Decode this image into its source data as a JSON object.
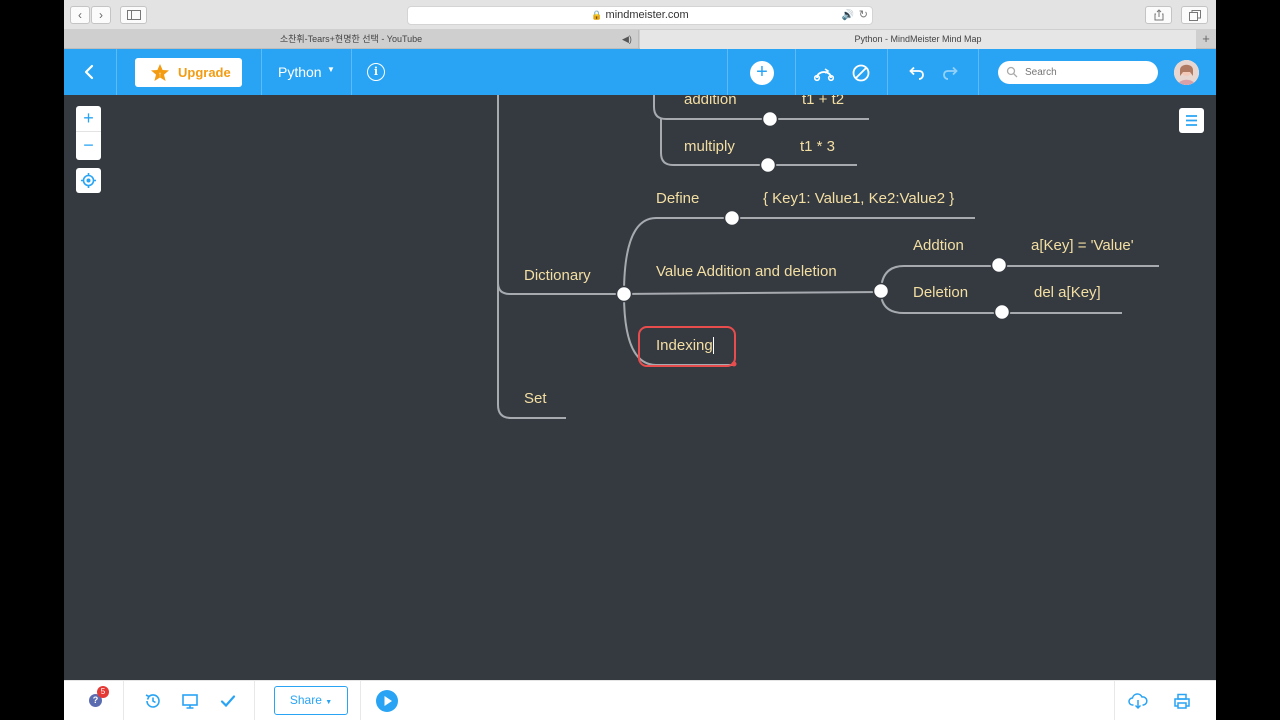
{
  "browser": {
    "url": "mindmeister.com",
    "tabs": [
      {
        "label": "소찬휘-Tears+현명한 선택 - YouTube"
      },
      {
        "label": "Python - MindMeister Mind Map"
      }
    ]
  },
  "header": {
    "upgrade_label": "Upgrade",
    "map_title": "Python",
    "search_placeholder": "Search"
  },
  "map": {
    "nodes": {
      "addition": "addition",
      "addition_value": "t1 + t2",
      "multiply": "multiply",
      "multiply_value": "t1 * 3",
      "define": "Define",
      "define_value": "{ Key1: Value1, Ke2:Value2 }",
      "dictionary": "Dictionary",
      "value_add_del": "Value Addition and deletion",
      "addtion": "Addtion",
      "addtion_value": "a[Key] = 'Value'",
      "deletion": "Deletion",
      "deletion_value": "del a[Key]",
      "indexing": "Indexing",
      "set": "Set"
    },
    "colors": {
      "background": "#353a41",
      "branch": "#a7abb0",
      "text": "#f4dfa3",
      "selection": "#e84c4c"
    }
  },
  "footer": {
    "notification_count": "5",
    "share_label": "Share"
  },
  "colors": {
    "accent": "#29a4f4",
    "upgrade": "#f39c12"
  }
}
